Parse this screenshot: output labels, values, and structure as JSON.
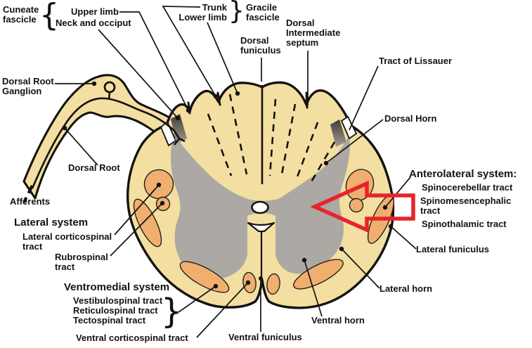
{
  "figure": {
    "type": "spinal-cord-cross-section-diagram",
    "colors": {
      "background": "#FFFFFF",
      "cord_fill": "#F2DFA1",
      "tract_fill": "#F0AF6F",
      "gray_matter": "#ACA8A3",
      "lissauer_dark": "#47443F",
      "arrow_red": "#E8232B",
      "line_black": "#141210"
    },
    "annotations": {
      "arrow_direction": "left"
    },
    "labels": {
      "cuneate_fascicle": "Cuneate\nfascicle",
      "brace_cuneate": "{",
      "upper_limb": "Upper limb",
      "neck_occiput": "Neck and occiput",
      "trunk": "Trunk",
      "lower_limb": "Lower limb",
      "brace_gracile": "}",
      "gracile_fascicle": "Gracile\nfascicle",
      "dorsal_funiculus": "Dorsal\nfuniculus",
      "dorsal_intermediate_septum": "Dorsal\nIntermediate\nseptum",
      "tract_of_lissauer": "Tract of Lissauer",
      "dorsal_root_ganglion": "Dorsal Root\nGanglion",
      "dorsal_root": "Dorsal Root",
      "afferents": "Afferents",
      "dorsal_horn": "Dorsal Horn",
      "anterolateral_system": "Anterolateral system:",
      "spinocerebellar": "Spinocerebellar tract",
      "spinomesencephalic": "Spinomesencephalic\ntract",
      "spinothalamic": "Spinothalamic tract",
      "lateral_funiculus": "Lateral funiculus",
      "lateral_horn": "Lateral horn",
      "ventral_horn": "Ventral horn",
      "ventral_funiculus": "Ventral funiculus",
      "lateral_system": "Lateral system",
      "lateral_corticospinal": "Lateral corticospinal\ntract",
      "rubrospinal": "Rubrospinal\ntract",
      "ventromedial_system": "Ventromedial system",
      "vestibulospinal": "Vestibulospinal tract",
      "reticulospinal": "Reticulospinal tract",
      "tectospinal": "Tectospinal tract",
      "brace_ventromedial": "}",
      "ventral_corticospinal": "Ventral corticospinal tract"
    }
  }
}
